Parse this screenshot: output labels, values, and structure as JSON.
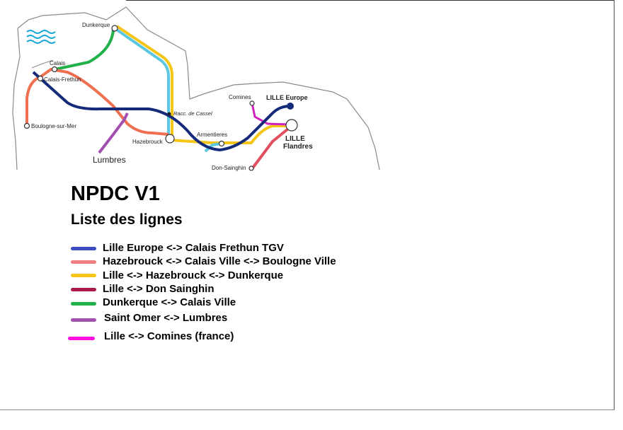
{
  "title": "NPDC V1",
  "subtitle": "Liste des lignes",
  "stations": {
    "dunkerque": "Dunkerque",
    "calais": "Calais",
    "calais_frethun": "Calais-Frethun",
    "boulogne": "Boulogne-sur-Mer",
    "lumbres": "Lumbres",
    "hazebrouck": "Hazebrouck",
    "racc_cassel": "Racc. de Cassel",
    "armentieres": "Armentieres",
    "comines": "Comines",
    "lille_europe": "LILLE Europe",
    "lille_flandres_1": "LILLE",
    "lille_flandres_2": "Flandres",
    "don_sainghin": "Don-Sainghin"
  },
  "lines": [
    {
      "label": "Lille Europe <-> Calais Frethun TGV",
      "color": "#3b4cc0"
    },
    {
      "label": "Hazebrouck <-> Calais Ville <-> Boulogne Ville",
      "color": "#f08080"
    },
    {
      "label": "Lille <-> Hazebrouck <-> Dunkerque",
      "color": "#f5c518"
    },
    {
      "label": "Lille <-> Don Sainghin",
      "color": "#a81c47"
    },
    {
      "label": "Dunkerque <-> Calais Ville",
      "color": "#22b04b"
    },
    {
      "label": "Saint Omer <-> Lumbres",
      "color": "#a24fb0"
    },
    {
      "label": "Lille <-> Comines (france)",
      "color": "#ff10e0"
    }
  ],
  "map_colors": {
    "tgv": "#162a7a",
    "boulogne": "#ee7050",
    "dunkerque_yellow": "#f5c518",
    "dunkerque_cyan": "#5bc8e0",
    "don_sainghin": "#e05060",
    "calais_green": "#22b04b",
    "lumbres": "#a24fb0",
    "comines": "#d020c0",
    "border": "#8a8a8a",
    "sea": "#1aa6d8"
  }
}
